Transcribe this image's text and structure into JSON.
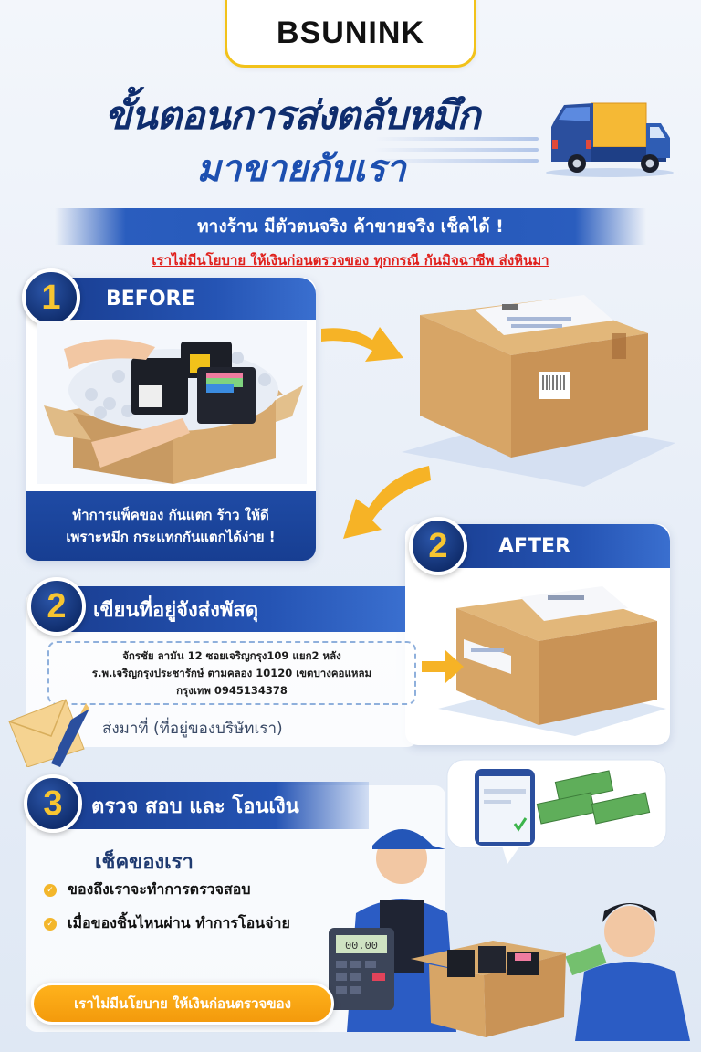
{
  "brand": {
    "logo_text": "BSUNINK",
    "accent_color": "#f2c21a"
  },
  "title": {
    "line1": "ขั้นตอนการส่งตลับหมึก",
    "line2": "มาขายกับเรา"
  },
  "banner": {
    "text": "ทางร้าน มีตัวตนจริง ค้าขายจริง เช็คได้ !",
    "warning": "เราไม่มีนโยบาย ให้เงินก่อนตรวจของ ทุกกรณี กันมิจฉาชีพ ส่งหินมา"
  },
  "step1": {
    "number": "1",
    "label": "BEFORE",
    "caption_line1": "ทำการแพ็คของ กันแตก ร้าว ให้ดี",
    "caption_line2": "เพราะหมึก กระแทกกันแตกได้ง่าย !"
  },
  "step_after": {
    "number": "2",
    "label": "AFTER"
  },
  "step2": {
    "number": "2",
    "label": "เขียนที่อยู่จังส่งพัสดุ",
    "address_line1": "จักรชัย ลามัน 12 ซอยเจริญกรุง109 แยก2 หลัง",
    "address_line2": "ร.พ.เจริญกรุงประชารักษ์ ตามคลอง 10120 เขตบางคอแหลม",
    "address_line3": "กรุงเทพ  0945134378",
    "send_to": "ส่งมาที่ (ที่อยู่ของบริษัทเรา)"
  },
  "step3": {
    "number": "3",
    "label": "ตรวจ สอบ และ โอนเงิน",
    "check_title": "เช็คของเรา",
    "checks": [
      "ของถึงเราจะทำการตรวจสอบ",
      "เมื่อของชิ้นไหนผ่าน ทำการโอนจ่าย"
    ],
    "calculator_display": "00.00"
  },
  "cta": {
    "label": "เราไม่มีนโยบาย ให้เงินก่อนตรวจของ"
  },
  "colors": {
    "navy": "#0f2d6e",
    "blue": "#2456b8",
    "warning_red": "#e0201c",
    "orange": "#f7a516",
    "number_yellow": "#f7c531"
  }
}
